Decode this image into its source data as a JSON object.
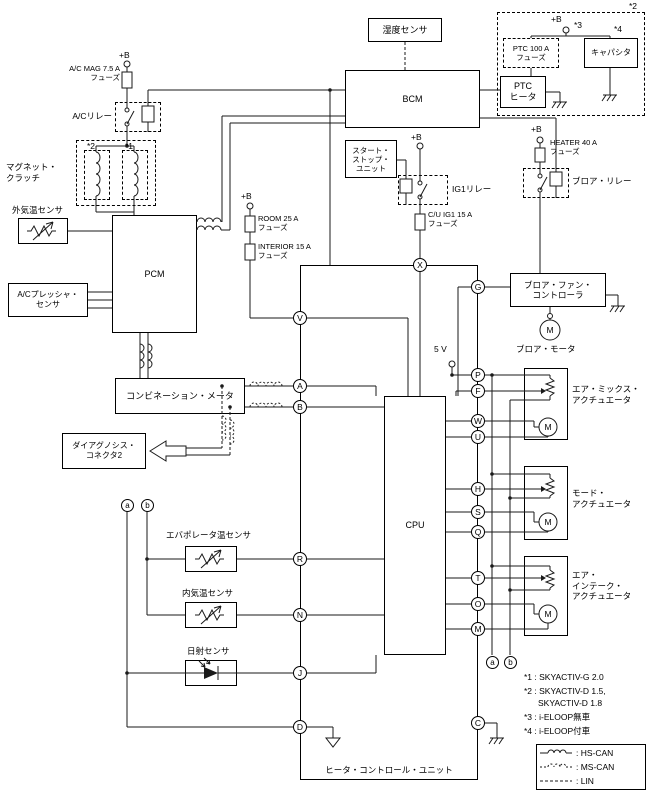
{
  "labels": {
    "humidity_sensor": "湿度センサ",
    "bcm": "BCM",
    "ptc_fuse": "PTC 100 A\nフューズ",
    "capacitor": "キャパシタ",
    "ptc_heater": "PTC\nヒータ",
    "ac_mag_fuse": "A/C MAG 7.5 A\nフューズ",
    "ac_relay": "A/Cリレー",
    "magnet_clutch": "マグネット・\nクラッチ",
    "outside_temp_sensor": "外気温センサ",
    "pcm": "PCM",
    "ac_pressure_sensor": "A/Cプレッシャ・\nセンサ",
    "start_stop_unit": "スタート・\nストップ・\nユニット",
    "ig1_relay": "IG1リレー",
    "cu_ig1_fuse": "C/U IG1 15 A\nフューズ",
    "room_fuse": "ROOM 25 A\nフューズ",
    "interior_fuse": "INTERIOR 15 A\nフューズ",
    "heater_fuse": "HEATER 40 A\nフューズ",
    "blower_relay": "ブロア・リレー",
    "blower_fan_controller": "ブロア・ファン・\nコントローラ",
    "blower_motor": "ブロア・モータ",
    "combination_meter": "コンビネーション・メータ",
    "diagnosis_connector": "ダイアグノシス・\nコネクタ2",
    "evaporator_temp_sensor": "エバポレータ温センサ",
    "interior_temp_sensor": "内気温センサ",
    "sunlight_sensor": "日射センサ",
    "cpu": "CPU",
    "five_v": "5 V",
    "plus_b": "+B",
    "star1": "*1",
    "star2": "*2",
    "star3": "*3",
    "star4": "*4",
    "air_mix_actuator": "エア・ミックス・\nアクチュエータ",
    "mode_actuator": "モード・\nアクチュエータ",
    "air_intake_actuator": "エア・\nインテーク・\nアクチュエータ",
    "heater_control_unit": "ヒータ・コントロール・ユニット"
  },
  "connectors": {
    "x": "X",
    "g": "G",
    "v": "V",
    "a": "A",
    "b": "B",
    "w": "W",
    "u": "U",
    "h": "H",
    "s": "S",
    "q": "Q",
    "t": "T",
    "o": "O",
    "m": "M",
    "p": "P",
    "f": "F",
    "r": "R",
    "n": "N",
    "j": "J",
    "d": "D",
    "c": "C",
    "a_small": "a",
    "b_small": "b"
  },
  "motor_letter": "M",
  "notes": {
    "n1": "*1 : SKYACTIV-G 2.0",
    "n2": "*2 : SKYACTIV-D 1.5,",
    "n2b": "SKYACTIV-D 1.8",
    "n3": "*3 : i-ELOOP無車",
    "n4": "*4 : i-ELOOP付車"
  },
  "legend": {
    "hs_can": ": HS-CAN",
    "ms_can": ": MS-CAN",
    "lin": ": LIN"
  }
}
